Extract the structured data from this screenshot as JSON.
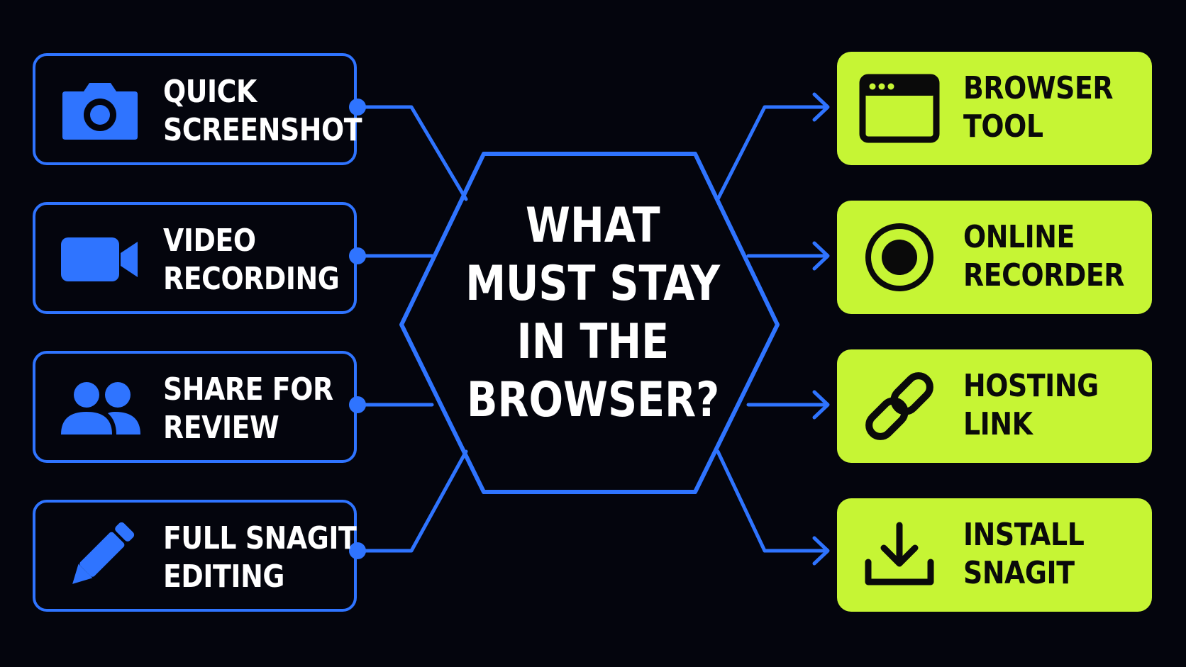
{
  "colors": {
    "background": "#04050d",
    "accent_blue": "#2f74ff",
    "accent_green": "#c6f534",
    "text_light": "#ffffff",
    "text_dark": "#0a0a0a"
  },
  "center": {
    "lines": [
      "WHAT",
      "MUST STAY",
      "IN THE",
      "BROWSER?"
    ]
  },
  "left_items": [
    {
      "icon": "camera-icon",
      "lines": [
        "QUICK",
        "SCREENSHOT"
      ]
    },
    {
      "icon": "video-camera-icon",
      "lines": [
        "VIDEO",
        "RECORDING"
      ]
    },
    {
      "icon": "people-icon",
      "lines": [
        "SHARE FOR",
        "REVIEW"
      ]
    },
    {
      "icon": "pencil-icon",
      "lines": [
        "FULL SNAGIT",
        "EDITING"
      ]
    }
  ],
  "right_items": [
    {
      "icon": "browser-window-icon",
      "lines": [
        "BROWSER",
        "TOOL"
      ]
    },
    {
      "icon": "record-icon",
      "lines": [
        "ONLINE",
        "RECORDER"
      ]
    },
    {
      "icon": "link-icon",
      "lines": [
        "HOSTING",
        "LINK"
      ]
    },
    {
      "icon": "download-icon",
      "lines": [
        "INSTALL",
        "SNAGIT"
      ]
    }
  ]
}
